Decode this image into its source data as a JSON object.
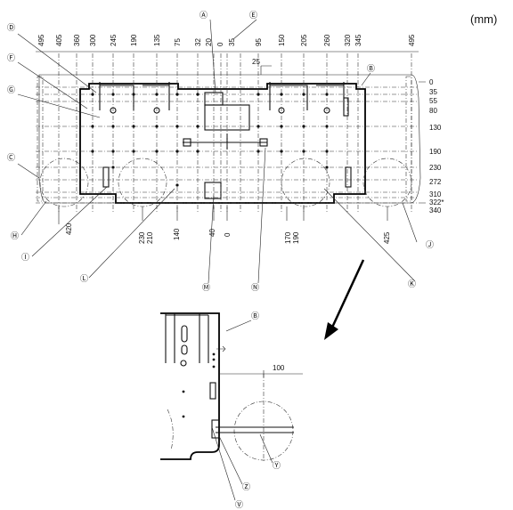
{
  "unit": "(mm)",
  "top_dims": [
    "495",
    "405",
    "360",
    "300",
    "245",
    "190",
    "135",
    "75",
    "32",
    "20",
    "0",
    "35",
    "95",
    "150",
    "205",
    "260",
    "320",
    "345",
    "495"
  ],
  "right_dims": [
    "0",
    "35",
    "55",
    "80",
    "130",
    "190",
    "230",
    "272",
    "310",
    "322*",
    "340"
  ],
  "bottom_dims": [
    "420",
    "230",
    "210",
    "140",
    "40",
    "0",
    "170",
    "190",
    "425"
  ],
  "detail_dim": "100",
  "callouts": {
    "A": "Ⓐ",
    "B": "Ⓑ",
    "C": "Ⓒ",
    "D": "Ⓓ",
    "E": "Ⓔ",
    "F": "Ⓕ",
    "G": "Ⓖ",
    "H": "Ⓗ",
    "I": "Ⓘ",
    "J": "Ⓙ",
    "K": "Ⓚ",
    "L": "Ⓛ",
    "M": "Ⓜ",
    "N": "Ⓝ",
    "V": "Ⓥ",
    "Y": "Ⓨ",
    "Z": "Ⓩ"
  }
}
